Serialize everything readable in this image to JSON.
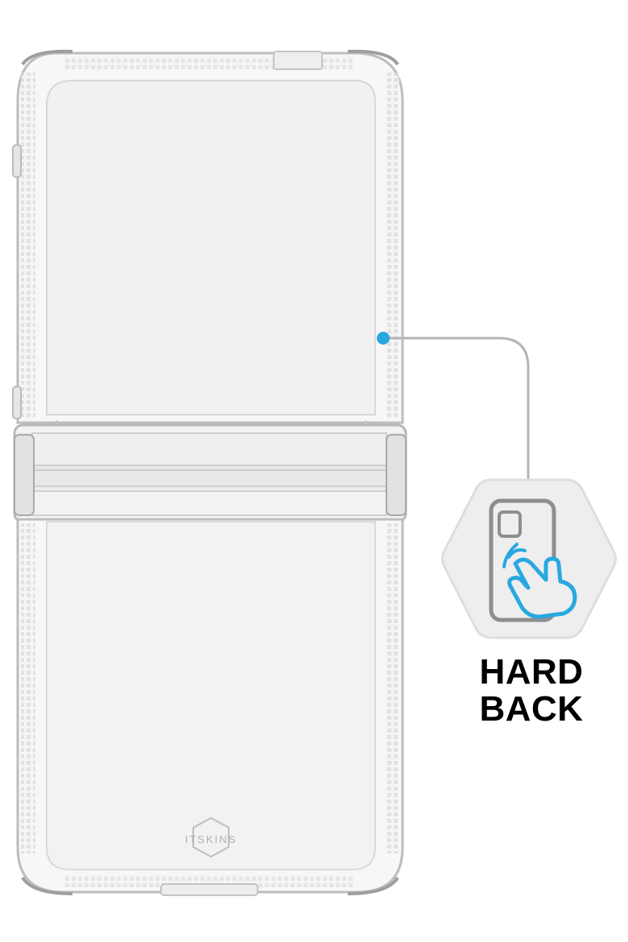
{
  "brand": {
    "logo_text": "ITSKINS"
  },
  "callout": {
    "line1": "HARD",
    "line2": "BACK",
    "icon": "phone-back-touch-icon",
    "marker_color": "#29a8e0",
    "icon_accent_color": "#29a8e0",
    "badge_fill": "#eeeeee"
  }
}
